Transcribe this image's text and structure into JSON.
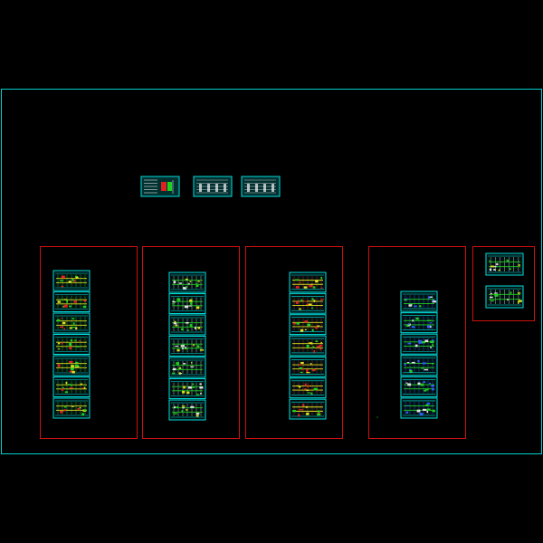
{
  "drawing": {
    "background": "#000000",
    "colors": {
      "outer_frame": "#00d0d0",
      "group_frame": "#d01010",
      "sheet_border": "#00e0e0",
      "sheet_fill": "#001010",
      "line_green": "#20d020",
      "line_yellow": "#e0e020",
      "line_red": "#e02020",
      "line_blue": "#3060ff",
      "line_magenta": "#e040e0",
      "line_white": "#e0e0e0"
    },
    "groups": [
      {
        "name": "group-1",
        "sheet_count": 7,
        "palette": [
          "#20d020",
          "#e0e020",
          "#e02020"
        ]
      },
      {
        "name": "group-2",
        "sheet_count": 7,
        "palette": [
          "#e0e0e0",
          "#20d020",
          "#e0e020"
        ]
      },
      {
        "name": "group-3",
        "sheet_count": 7,
        "palette": [
          "#e02020",
          "#e0e020",
          "#20d020"
        ]
      },
      {
        "name": "group-4",
        "sheet_count": 6,
        "palette": [
          "#3060ff",
          "#20d020",
          "#e0e0e0"
        ]
      },
      {
        "name": "group-5",
        "sheet_count": 2,
        "palette": [
          "#e0e0e0",
          "#20d020",
          "#e0e020"
        ]
      }
    ],
    "title_sheets": [
      {
        "name": "legend-sheet",
        "style": "legend"
      },
      {
        "name": "notes-sheet-1",
        "style": "notes"
      },
      {
        "name": "notes-sheet-2",
        "style": "notes"
      }
    ]
  }
}
